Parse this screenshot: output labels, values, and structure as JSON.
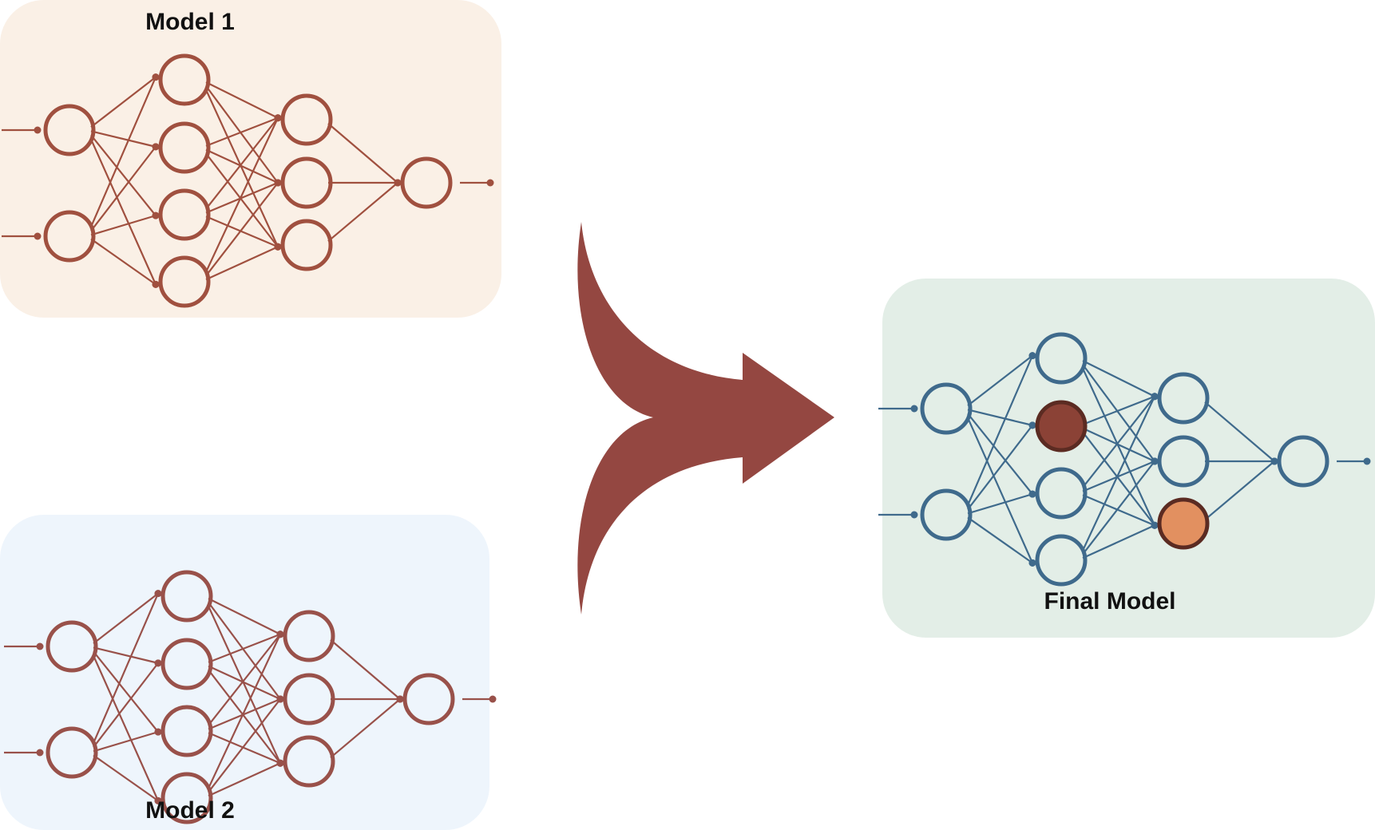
{
  "models": [
    {
      "id": "model1",
      "label": "Model 1",
      "panel_color": "#faf0e6",
      "net_color": "#a0503f",
      "highlights": {}
    },
    {
      "id": "model2",
      "label": "Model 2",
      "panel_color": "#eef5fc",
      "net_color": "#99514a",
      "highlights": {}
    },
    {
      "id": "final",
      "label": "Final Model",
      "panel_color": "#e3eee7",
      "net_color": "#3f6a8c",
      "highlights": {
        "1-1": "#8b4236",
        "2-2": "#e29060"
      }
    }
  ],
  "merge_arrow": {
    "color": "#944741"
  },
  "network": {
    "layers": [
      2,
      4,
      3,
      1
    ]
  }
}
